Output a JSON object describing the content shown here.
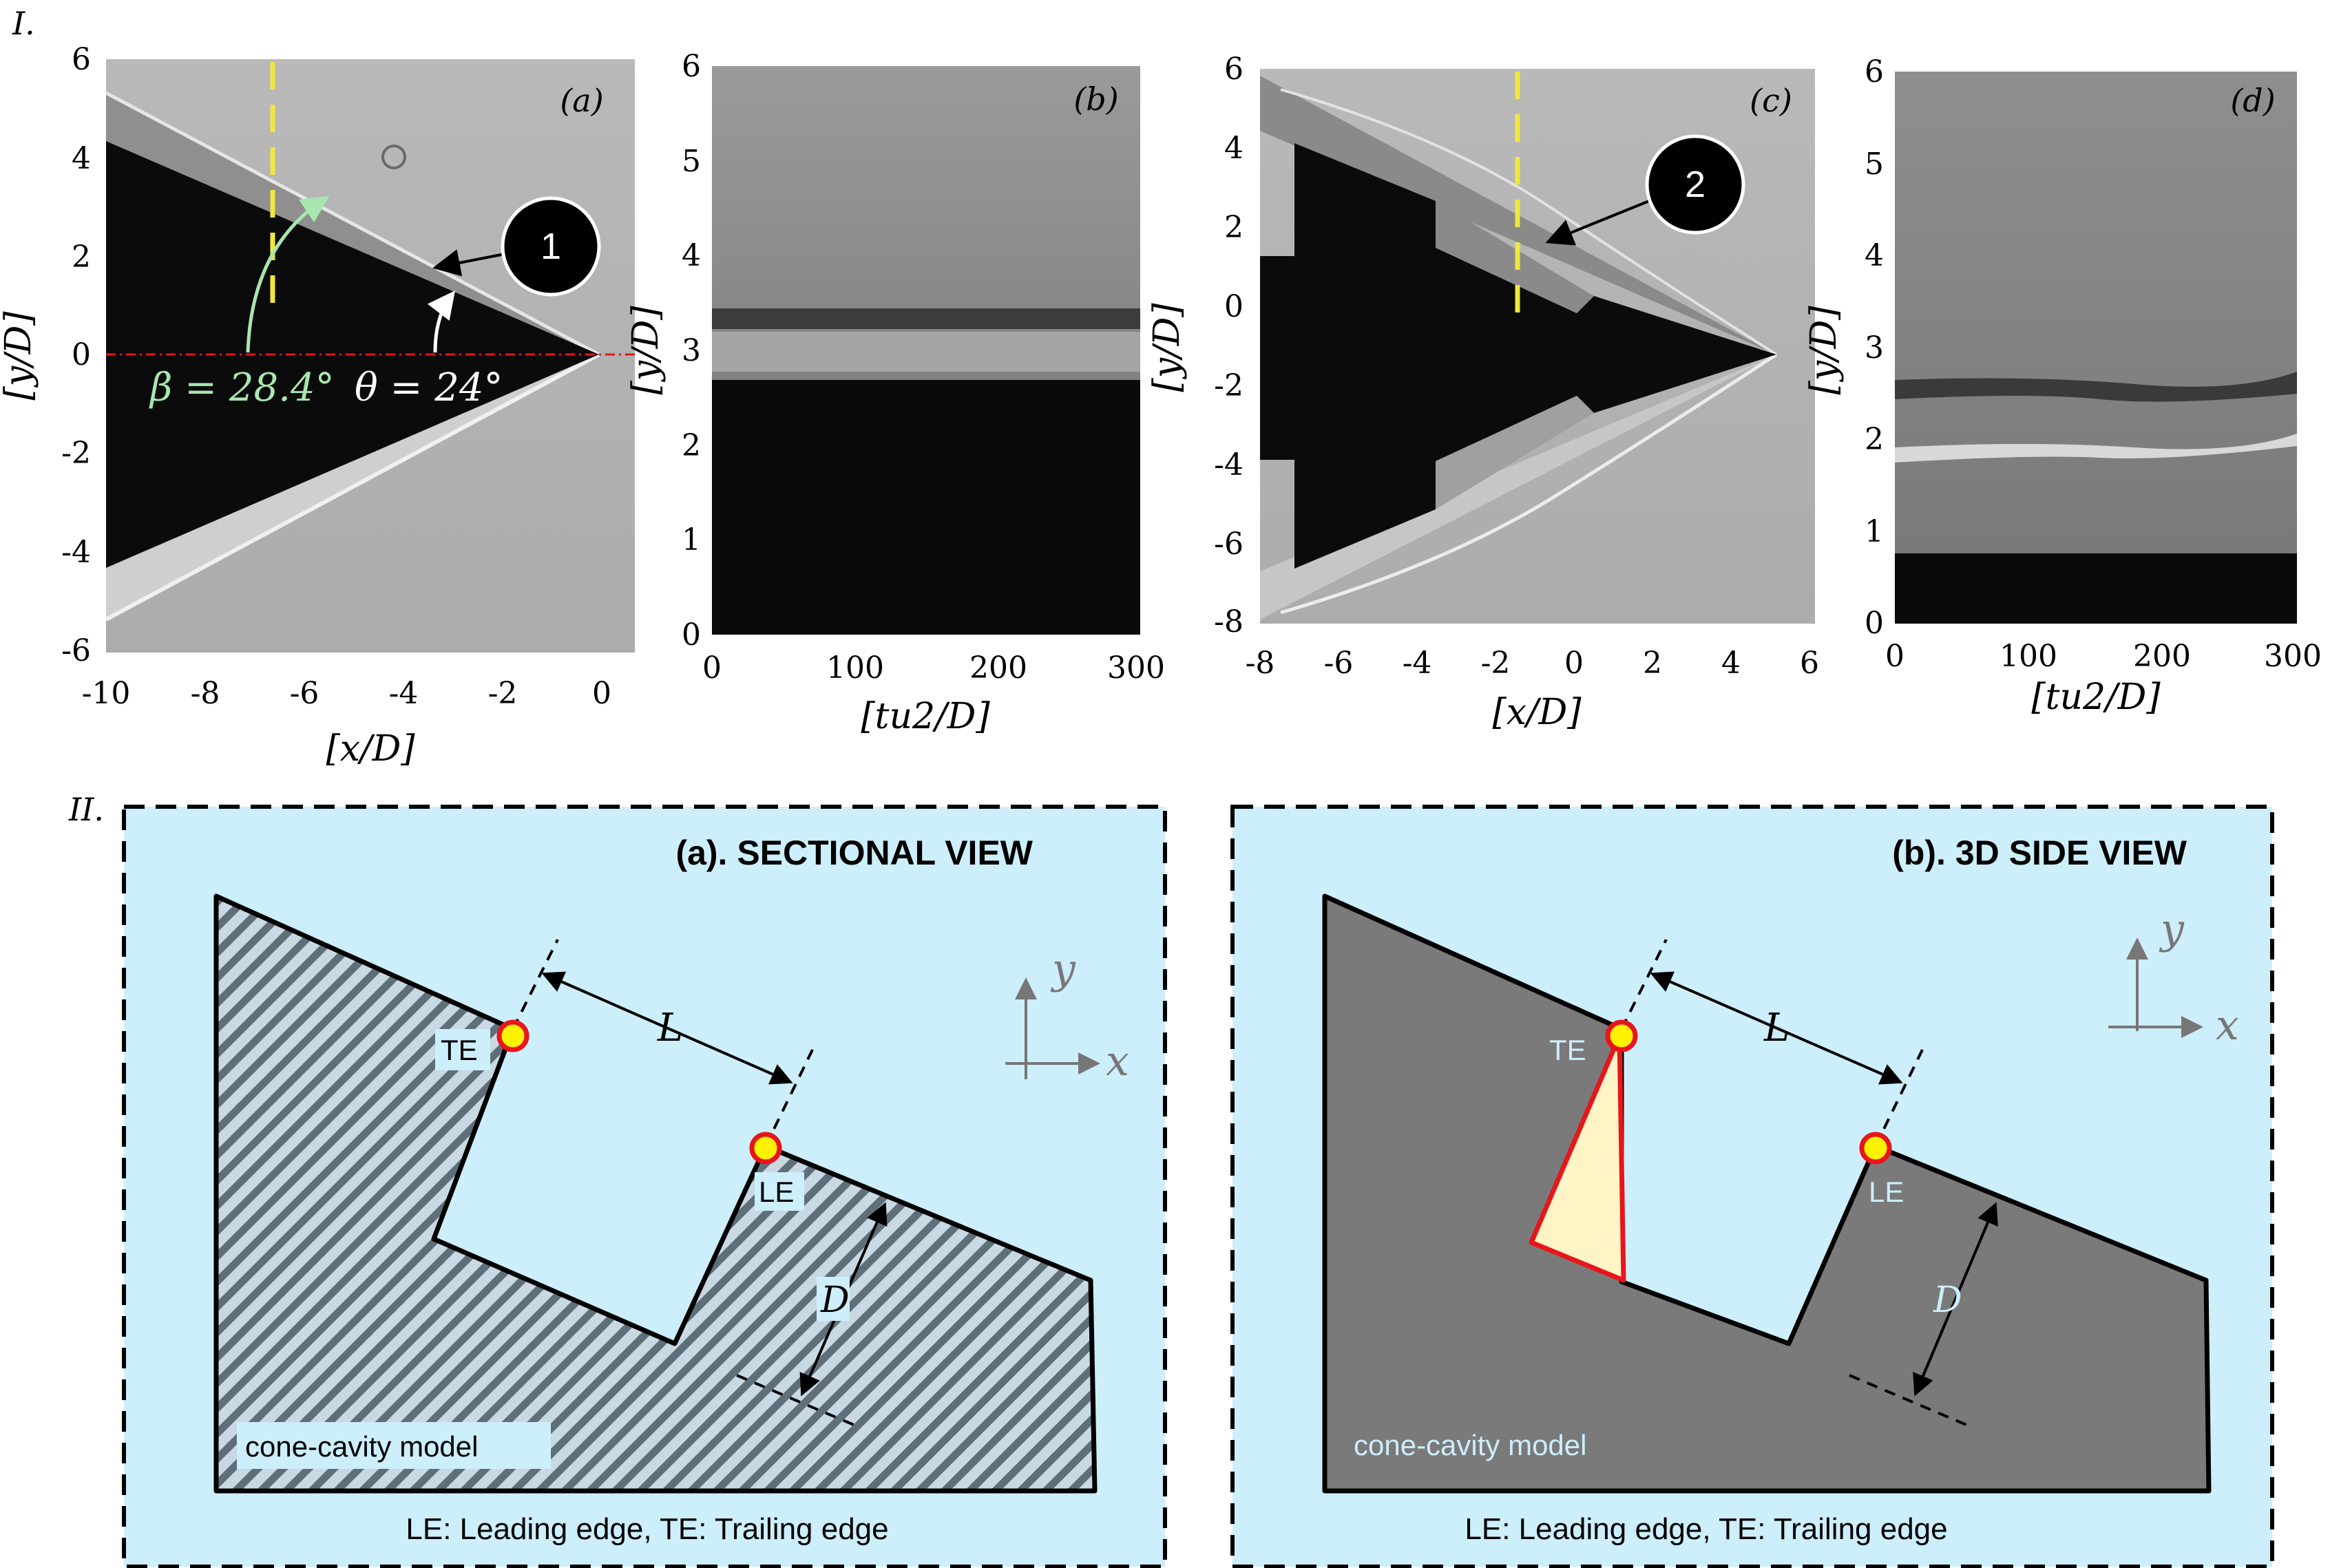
{
  "figure": {
    "row_labels": [
      "I.",
      "II."
    ],
    "panel_a": {
      "tag": "(a)",
      "xlabel": "[x/D]",
      "ylabel": "[y/D]",
      "xticks": [
        "-10",
        "-8",
        "-6",
        "-4",
        "-2",
        "0"
      ],
      "yticks": [
        "6",
        "4",
        "2",
        "0",
        "-2",
        "-4",
        "-6"
      ],
      "marker": "1",
      "beta_label": "β = 28.4°",
      "theta_label": "θ = 24°"
    },
    "panel_b": {
      "tag": "(b)",
      "xlabel": "[tu2/D]",
      "ylabel": "[y/D]",
      "xticks": [
        "0",
        "100",
        "200",
        "300"
      ],
      "yticks": [
        "6",
        "5",
        "4",
        "3",
        "2",
        "1",
        "0"
      ]
    },
    "panel_c": {
      "tag": "(c)",
      "xlabel": "[x/D]",
      "ylabel": "[y/D]",
      "xticks": [
        "-8",
        "-6",
        "-4",
        "-2",
        "0",
        "2",
        "4",
        "6"
      ],
      "yticks": [
        "6",
        "4",
        "2",
        "0",
        "-2",
        "-4",
        "-6",
        "-8"
      ],
      "marker": "2"
    },
    "panel_d": {
      "tag": "(d)",
      "xlabel": "[tu2/D]",
      "ylabel": "[y/D]",
      "xticks": [
        "0",
        "100",
        "200",
        "300"
      ],
      "yticks": [
        "6",
        "5",
        "4",
        "3",
        "2",
        "1",
        "0"
      ]
    },
    "sectional": {
      "title": "(a). SECTIONAL VIEW",
      "te": "TE",
      "le": "LE",
      "length": "L",
      "depth": "D",
      "axis_y": "y",
      "axis_x": "x",
      "model": "cone-cavity model",
      "caption": "LE: Leading edge, TE: Trailing edge"
    },
    "side": {
      "title": "(b). 3D SIDE VIEW",
      "te": "TE",
      "le": "LE",
      "length": "L",
      "depth": "D",
      "axis_y": "y",
      "axis_x": "x",
      "model": "cone-cavity model",
      "caption": "LE: Leading edge, TE: Trailing edge"
    },
    "colors": {
      "box_fill": "#cdeefb",
      "model_dark": "#7a7a7a",
      "edge_marker": "#e8151b",
      "edge_fill": "#fff200",
      "dashed_probe": "#f2e63b",
      "beta_color": "#a8e6b0",
      "triangle_fill": "#fff4c6"
    }
  }
}
